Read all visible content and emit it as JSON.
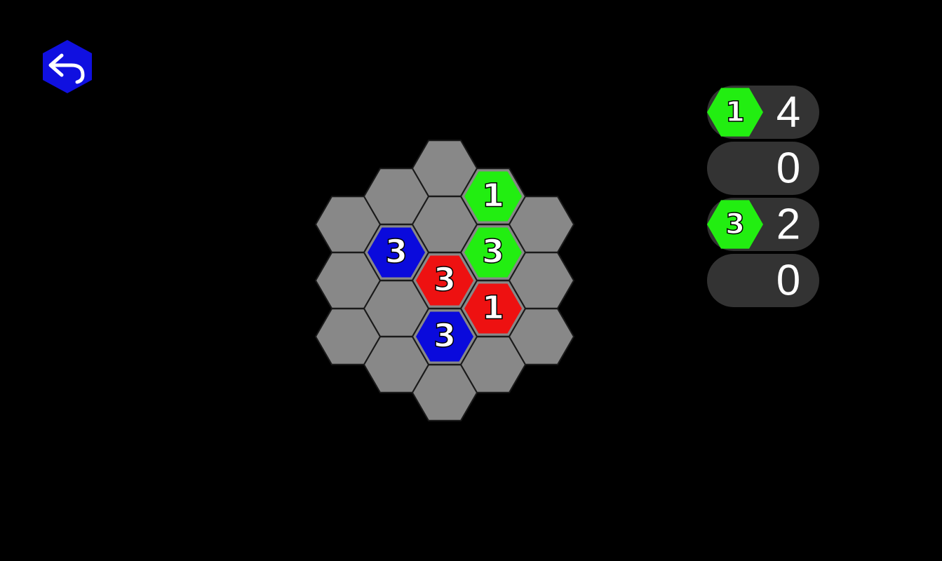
{
  "colors": {
    "background": "#000000",
    "empty_cell": "#888888",
    "cell_border": "#1a1a1a",
    "green": "#22ee11",
    "red": "#ee1111",
    "blue": "#0a0adc",
    "score_pill": "#333333",
    "text": "#ffffff"
  },
  "back_button": {
    "icon": "undo-arrow-icon",
    "color": "#1010e0"
  },
  "board": {
    "columns": [
      [
        {
          "state": "empty"
        },
        {
          "state": "empty"
        },
        {
          "state": "empty"
        }
      ],
      [
        {
          "state": "empty"
        },
        {
          "state": "blue",
          "label": "3"
        },
        {
          "state": "empty"
        },
        {
          "state": "empty"
        }
      ],
      [
        {
          "state": "empty"
        },
        {
          "state": "empty"
        },
        {
          "state": "red",
          "label": "3"
        },
        {
          "state": "blue",
          "label": "3"
        },
        {
          "state": "empty"
        }
      ],
      [
        {
          "state": "green",
          "label": "1"
        },
        {
          "state": "green",
          "label": "3"
        },
        {
          "state": "red",
          "label": "1"
        },
        {
          "state": "empty"
        }
      ],
      [
        {
          "state": "empty"
        },
        {
          "state": "empty"
        },
        {
          "state": "empty"
        }
      ]
    ]
  },
  "scores": [
    {
      "badge_label": "1",
      "badge_color": "#22ee11",
      "value": "4"
    },
    {
      "badge_label": "",
      "badge_color": "",
      "value": "0"
    },
    {
      "badge_label": "3",
      "badge_color": "#22ee11",
      "value": "2"
    },
    {
      "badge_label": "",
      "badge_color": "",
      "value": "0"
    }
  ]
}
